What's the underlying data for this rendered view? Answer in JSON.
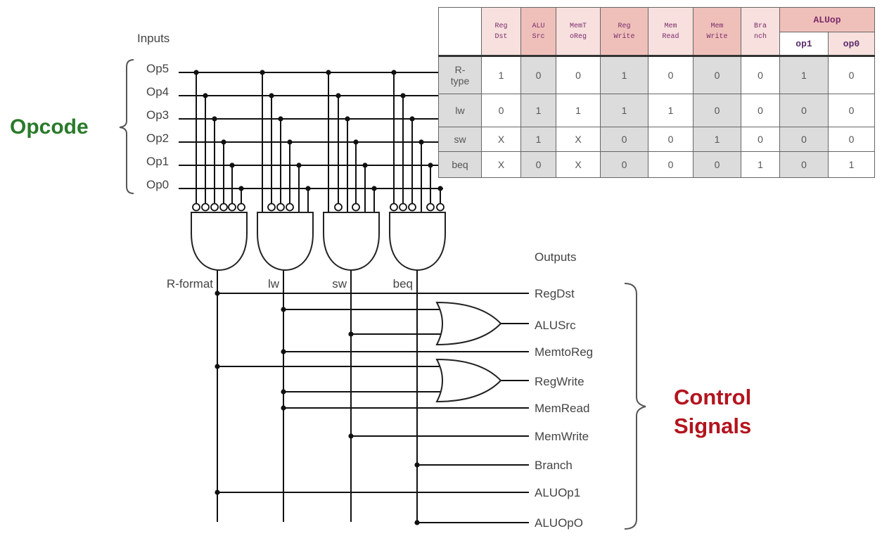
{
  "opcode_label": "Opcode",
  "inputs_label": "Inputs",
  "outputs_label": "Outputs",
  "control_signals_label": [
    "Control",
    "Signals"
  ],
  "input_names": [
    "Op5",
    "Op4",
    "Op3",
    "Op2",
    "Op1",
    "Op0"
  ],
  "gate_labels": [
    "R-format",
    "lw",
    "sw",
    "beq"
  ],
  "output_names": [
    "RegDst",
    "ALUSrc",
    "MemtoReg",
    "RegWrite",
    "MemRead",
    "MemWrite",
    "Branch",
    "ALUOp1",
    "ALUOpO"
  ],
  "colors": {
    "opcode_green": "#2a7a2a",
    "control_red": "#b3141e",
    "header_light": "#f7e0de",
    "header_dark": "#efc0ba",
    "cell_gray": "#dcdcdc"
  },
  "table": {
    "headers": [
      {
        "line1": "Reg",
        "line2": "Dst"
      },
      {
        "line1": "ALU",
        "line2": "Src"
      },
      {
        "line1": "MemT",
        "line2": "oReg"
      },
      {
        "line1": "Reg",
        "line2": "Write"
      },
      {
        "line1": "Mem",
        "line2": "Read"
      },
      {
        "line1": "Mem",
        "line2": "Write"
      },
      {
        "line1": "Bra",
        "line2": "nch"
      }
    ],
    "aluop_header": "ALUop",
    "aluop_sub": [
      "op1",
      "op0"
    ],
    "rows": [
      {
        "name": "R-type",
        "values": [
          "1",
          "0",
          "0",
          "1",
          "0",
          "0",
          "0",
          "1",
          "0"
        ]
      },
      {
        "name": "lw",
        "values": [
          "0",
          "1",
          "1",
          "1",
          "1",
          "0",
          "0",
          "0",
          "0"
        ]
      },
      {
        "name": "sw",
        "values": [
          "X",
          "1",
          "X",
          "0",
          "0",
          "1",
          "0",
          "0",
          "0"
        ]
      },
      {
        "name": "beq",
        "values": [
          "X",
          "0",
          "X",
          "0",
          "0",
          "0",
          "1",
          "0",
          "1"
        ]
      }
    ]
  },
  "and_gates": [
    {
      "name": "R-format",
      "inputs": [
        {
          "op": 5,
          "inv": true
        },
        {
          "op": 4,
          "inv": true
        },
        {
          "op": 3,
          "inv": true
        },
        {
          "op": 2,
          "inv": true
        },
        {
          "op": 1,
          "inv": true
        },
        {
          "op": 0,
          "inv": true
        }
      ]
    },
    {
      "name": "lw",
      "inputs": [
        {
          "op": 5,
          "inv": false
        },
        {
          "op": 4,
          "inv": true
        },
        {
          "op": 3,
          "inv": true
        },
        {
          "op": 2,
          "inv": true
        },
        {
          "op": 1,
          "inv": false
        },
        {
          "op": 0,
          "inv": false
        }
      ]
    },
    {
      "name": "sw",
      "inputs": [
        {
          "op": 5,
          "inv": false
        },
        {
          "op": 4,
          "inv": true
        },
        {
          "op": 3,
          "inv": false
        },
        {
          "op": 2,
          "inv": true
        },
        {
          "op": 1,
          "inv": false
        },
        {
          "op": 0,
          "inv": false
        }
      ]
    },
    {
      "name": "beq",
      "inputs": [
        {
          "op": 5,
          "inv": true
        },
        {
          "op": 4,
          "inv": true
        },
        {
          "op": 3,
          "inv": true
        },
        {
          "op": 2,
          "inv": false
        },
        {
          "op": 1,
          "inv": true
        },
        {
          "op": 0,
          "inv": true
        }
      ]
    }
  ],
  "output_logic": [
    {
      "signal": "RegDst",
      "sources": [
        "R-format"
      ]
    },
    {
      "signal": "ALUSrc",
      "sources": [
        "lw",
        "sw"
      ],
      "gate": "OR"
    },
    {
      "signal": "MemtoReg",
      "sources": [
        "lw"
      ]
    },
    {
      "signal": "RegWrite",
      "sources": [
        "R-format",
        "lw"
      ],
      "gate": "OR"
    },
    {
      "signal": "MemRead",
      "sources": [
        "lw"
      ]
    },
    {
      "signal": "MemWrite",
      "sources": [
        "sw"
      ]
    },
    {
      "signal": "Branch",
      "sources": [
        "beq"
      ]
    },
    {
      "signal": "ALUOp1",
      "sources": [
        "R-format"
      ]
    },
    {
      "signal": "ALUOpO",
      "sources": [
        "beq"
      ]
    }
  ]
}
